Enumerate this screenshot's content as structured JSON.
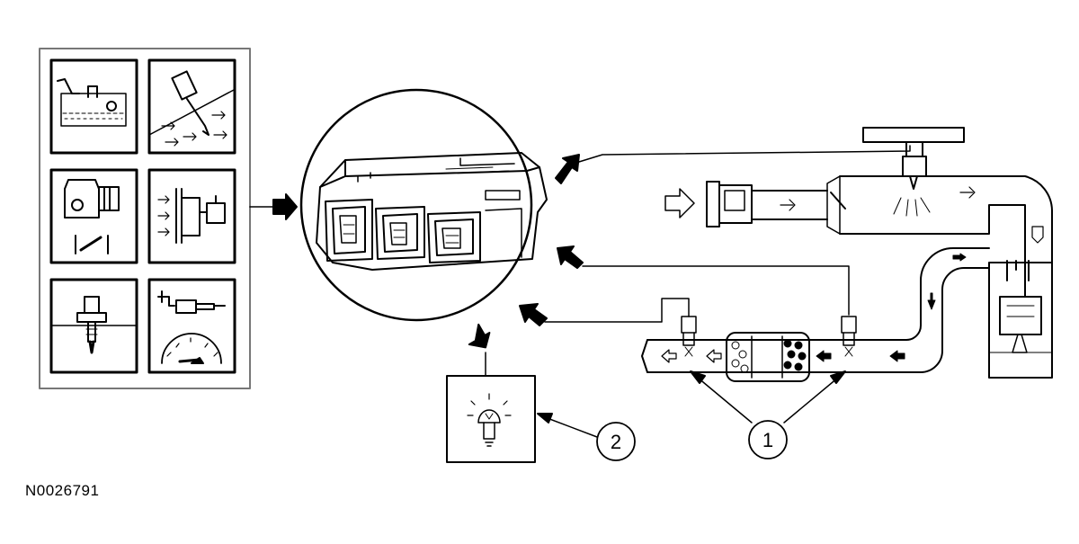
{
  "figure_id": "N0026791",
  "callouts": [
    {
      "id": "1",
      "label": "1"
    },
    {
      "id": "2",
      "label": "2"
    }
  ],
  "input_sensors": [
    "fuel-level-sensor-icon",
    "airflow-sensor-icon",
    "throttle-position-sensor-icon",
    "actuator-with-flow-icon",
    "temperature-sensor-icon",
    "gauge-sender-icon"
  ]
}
